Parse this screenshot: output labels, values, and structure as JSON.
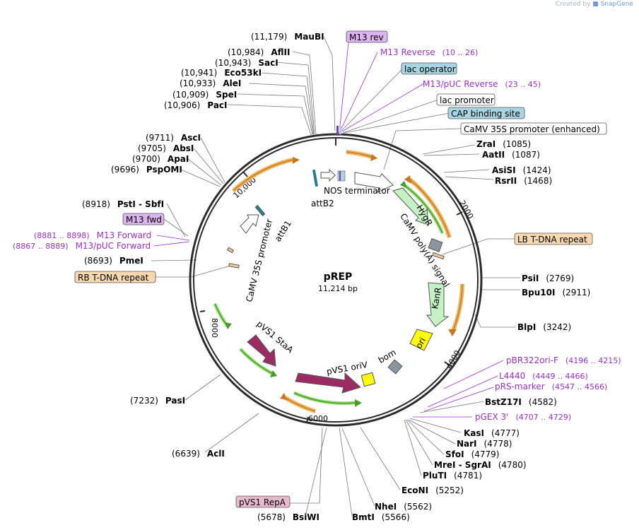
{
  "brand": {
    "prefix": "Created by",
    "name": "SnapGene"
  },
  "plasmid": {
    "name": "pREP",
    "size": "11,214 bp"
  },
  "ticks": [
    "10,000",
    "2000",
    "4000",
    "6000",
    "8000"
  ],
  "sites_left": [
    {
      "pos": "(11,179)",
      "name": "MauBI"
    },
    {
      "pos": "(10,984)",
      "name": "AflII"
    },
    {
      "pos": "(10,943)",
      "name": "SacI"
    },
    {
      "pos": "(10,941)",
      "name": "Eco53kI"
    },
    {
      "pos": "(10,933)",
      "name": "AleI"
    },
    {
      "pos": "(10,909)",
      "name": "SpeI"
    },
    {
      "pos": "(10,906)",
      "name": "PacI"
    },
    {
      "pos": "(9711)",
      "name": "AscI"
    },
    {
      "pos": "(9705)",
      "name": "AbsI"
    },
    {
      "pos": "(9700)",
      "name": "ApaI"
    },
    {
      "pos": "(9696)",
      "name": "PspOMI"
    },
    {
      "pos": "(8918)",
      "name": "PstI  -  SbfI"
    },
    {
      "pos": "(8693)",
      "name": "PmeI"
    },
    {
      "pos": "(7232)",
      "name": "PasI"
    },
    {
      "pos": "(6639)",
      "name": "AclI"
    },
    {
      "pos": "(5678)",
      "name": "BsiWI"
    }
  ],
  "sites_right": [
    {
      "name": "ZraI",
      "pos": "(1085)"
    },
    {
      "name": "AatII",
      "pos": "(1087)"
    },
    {
      "name": "AsiSI",
      "pos": "(1424)"
    },
    {
      "name": "RsrII",
      "pos": "(1468)"
    },
    {
      "name": "PsiI",
      "pos": "(2769)"
    },
    {
      "name": "Bpu10I",
      "pos": "(2911)"
    },
    {
      "name": "BlpI",
      "pos": "(3242)"
    },
    {
      "name": "BstZ17I",
      "pos": "(4582)"
    },
    {
      "name": "KasI",
      "pos": "(4777)"
    },
    {
      "name": "NarI",
      "pos": "(4778)"
    },
    {
      "name": "SfoI",
      "pos": "(4779)"
    },
    {
      "name": "MreI  -  SgrAI",
      "pos": "(4780)"
    },
    {
      "name": "PluTI",
      "pos": "(4781)"
    },
    {
      "name": "EcoNI",
      "pos": "(5252)"
    },
    {
      "name": "NheI",
      "pos": "(5562)"
    },
    {
      "name": "BmtI",
      "pos": "(5566)"
    }
  ],
  "primers_right": [
    {
      "name": "M13 Reverse",
      "range": "(10 .. 26)"
    },
    {
      "name": "M13/pUC Reverse",
      "range": "(23 .. 45)"
    },
    {
      "name": "pBR322ori-F",
      "range": "(4196 .. 4215)"
    },
    {
      "name": "L4440",
      "range": "(4449 .. 4466)"
    },
    {
      "name": "pRS-marker",
      "range": "(4547 .. 4566)"
    },
    {
      "name": "pGEX 3'",
      "range": "(4707 .. 4729)"
    }
  ],
  "primers_left": [
    {
      "range": "(8881 .. 8898)",
      "name": "M13 Forward"
    },
    {
      "range": "(8867 .. 8889)",
      "name": "M13/pUC Forward"
    }
  ],
  "boxes": {
    "m13_rev": "M13 rev",
    "lac_operator": "lac operator",
    "lac_promoter": "lac promoter",
    "cap_site": "CAP binding site",
    "camv_enh": "CaMV 35S promoter (enhanced)",
    "lb_repeat": "LB T-DNA repeat",
    "rb_repeat": "RB T-DNA repeat",
    "m13_fwd": "M13 fwd",
    "pvs1_repa": "pVS1 RepA"
  },
  "features": {
    "nos_terminator": "NOS terminator",
    "attb2": "attB2",
    "attb1": "attB1",
    "hygr": "HygR",
    "camv_polya": "CaMV poly(A) signal",
    "kanr": "KanR",
    "ori": "ori",
    "bom": "bom",
    "pvs1_oriv": "pVS1 oriV",
    "pvs1_staa": "pVS1 StaA",
    "camv_35s": "CaMV 35S promoter"
  },
  "colors": {
    "backbone": "#2b2b2b",
    "enzyme_text": "#000000",
    "primer_text": "#9b30c8",
    "feature_box_blue": "#a9d5e2",
    "feature_box_violet": "#dcb4f0",
    "feature_box_orange": "#f8d8b0",
    "feature_box_pink": "#e8b8cf",
    "hygr": "#c4f2c4",
    "ori": "#ffff00",
    "pvs1": "#9a2c63",
    "green_arrow": "#4c9a2a",
    "orange_arrow": "#c47a1c"
  }
}
